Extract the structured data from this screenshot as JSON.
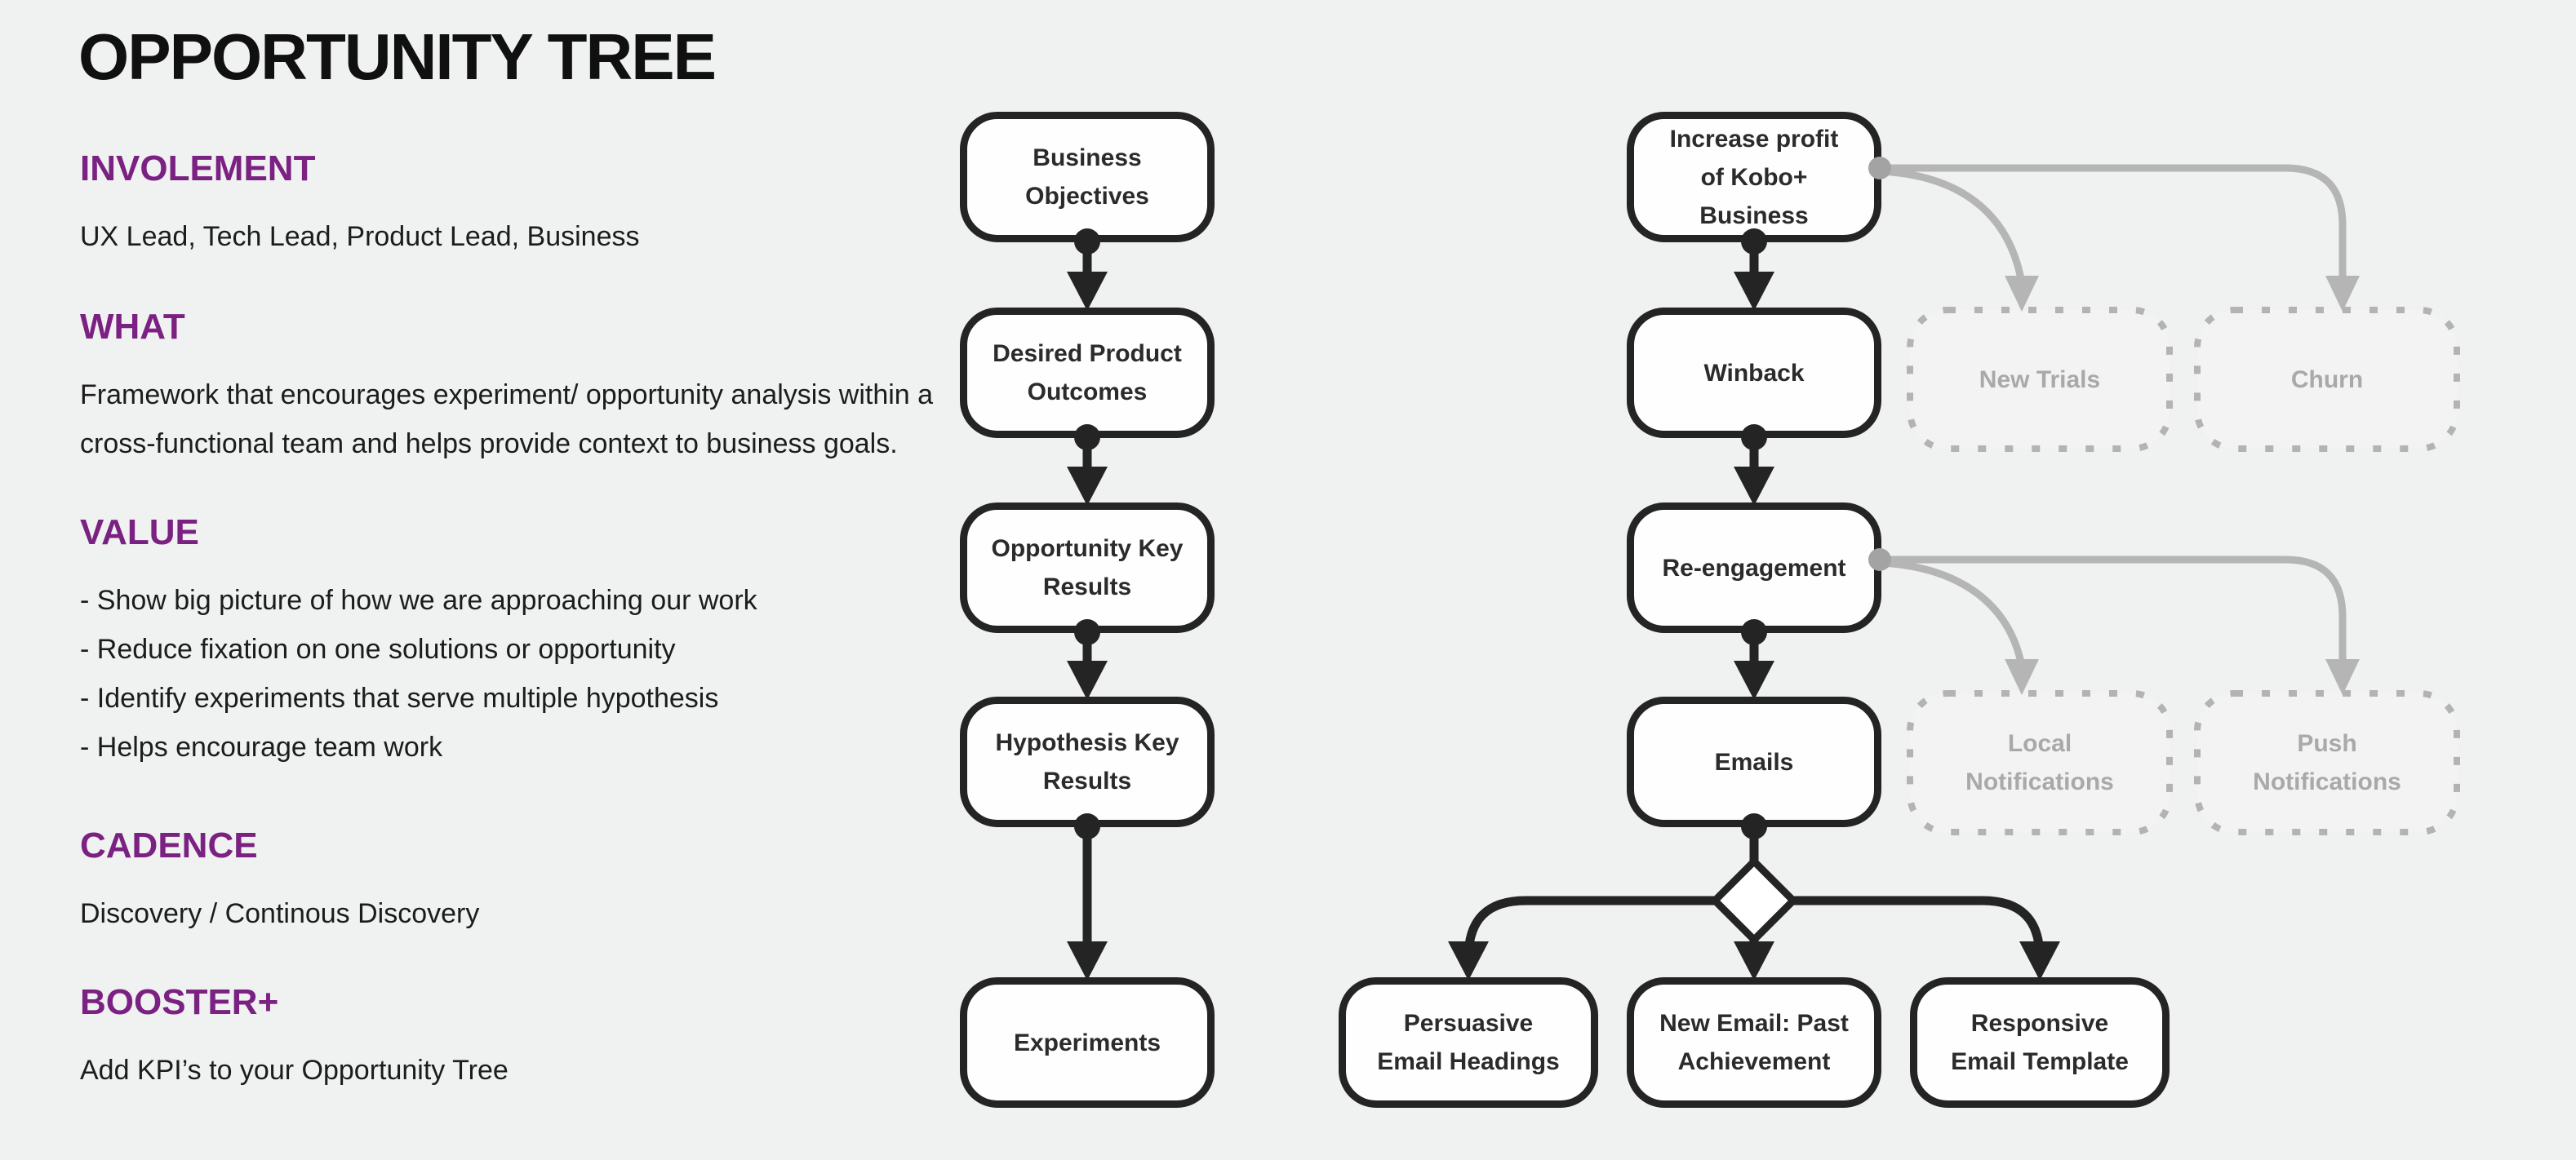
{
  "title": "OPPORTUNITY TREE",
  "colors": {
    "background": "#f0f1f1",
    "accent_purple": "#7a2182",
    "node_border": "#242424",
    "node_fill": "#fefefe",
    "connector_black": "#242424",
    "connector_gray": "#b5b5b5",
    "dimmed_text": "#a9a9a9"
  },
  "panel": {
    "sections": [
      {
        "heading": "INVOLEMENT",
        "lines": [
          "UX Lead, Tech Lead, Product Lead, Business"
        ]
      },
      {
        "heading": "WHAT",
        "lines": [
          "Framework that encourages experiment/ opportunity analysis within a",
          "cross-functional team and helps provide context to business goals."
        ]
      },
      {
        "heading": "VALUE",
        "lines": [
          "- Show big picture of how we are approaching our work",
          "- Reduce fixation on one solutions or opportunity",
          "- Identify experiments that serve multiple hypothesis",
          "- Helps encourage team work"
        ]
      },
      {
        "heading": "CADENCE",
        "lines": [
          "Discovery / Continous Discovery"
        ]
      },
      {
        "heading": "BOOSTER+",
        "lines": [
          "Add KPI’s to your Opportunity Tree"
        ]
      }
    ]
  },
  "diagram": {
    "framework_nodes": [
      {
        "label": "Business Objectives",
        "lines": [
          "Business",
          "Objectives"
        ]
      },
      {
        "label": "Desired Product Outcomes",
        "lines": [
          "Desired Product",
          "Outcomes"
        ]
      },
      {
        "label": "Opportunity Key Results",
        "lines": [
          "Opportunity Key",
          "Results"
        ]
      },
      {
        "label": "Hypothesis Key Results",
        "lines": [
          "Hypothesis Key",
          "Results"
        ]
      },
      {
        "label": "Experiments",
        "lines": [
          "Experiments"
        ]
      }
    ],
    "tree": {
      "root": {
        "label": "Increase profit of Kobo+ Business",
        "lines": [
          "Increase profit",
          "of Kobo+",
          "Business"
        ]
      },
      "level1": {
        "label": "Winback",
        "lines": [
          "Winback"
        ]
      },
      "level2": {
        "label": "Re-engagement",
        "lines": [
          "Re-engagement"
        ]
      },
      "level3": {
        "label": "Emails",
        "lines": [
          "Emails"
        ]
      },
      "dimmed": [
        {
          "label": "New Trials",
          "lines": [
            "New Trials"
          ]
        },
        {
          "label": "Churn",
          "lines": [
            "Churn"
          ]
        },
        {
          "label": "Local Notifications",
          "lines": [
            "Local",
            "Notifications"
          ]
        },
        {
          "label": "Push Notifications",
          "lines": [
            "Push",
            "Notifications"
          ]
        }
      ],
      "solutions": [
        {
          "label": "Persuasive Email Headings",
          "lines": [
            "Persuasive",
            "Email Headings"
          ]
        },
        {
          "label": "New Email: Past Achievement",
          "lines": [
            "New Email: Past",
            "Achievement"
          ]
        },
        {
          "label": "Responsive Email Template",
          "lines": [
            "Responsive",
            "Email Template"
          ]
        }
      ]
    }
  }
}
